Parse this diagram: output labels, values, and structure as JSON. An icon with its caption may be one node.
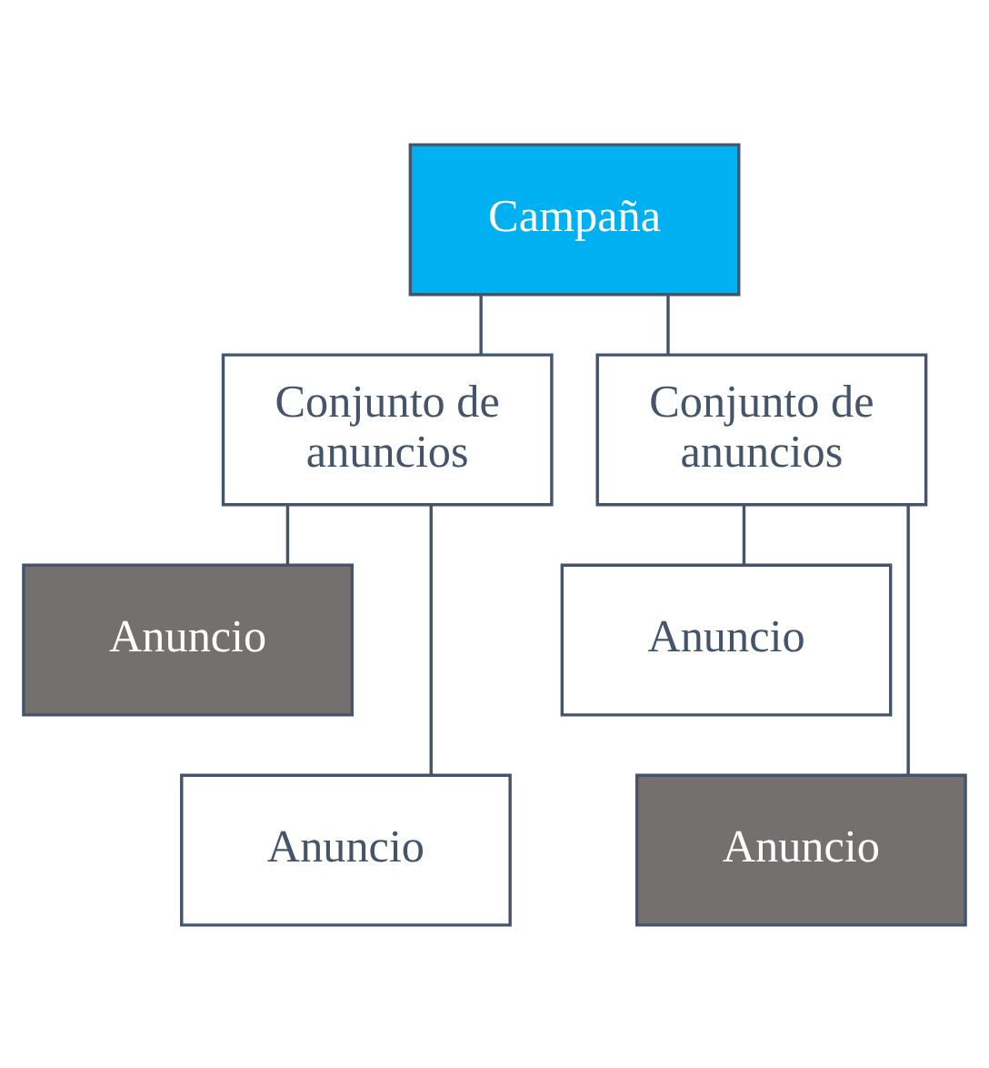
{
  "diagram": {
    "nodes": [
      {
        "text": [
          "Campaña"
        ]
      },
      {
        "text": [
          "Conjunto de anuncios"
        ]
      },
      {
        "text": [
          "Conjunto de anuncios"
        ]
      },
      {
        "text": [
          "Anuncio"
        ]
      },
      {
        "text": [
          "Anuncio"
        ]
      },
      {
        "text": [
          "Anuncio"
        ]
      },
      {
        "text": [
          "Anuncio"
        ]
      }
    ],
    "edges": [
      {
        "from": 0,
        "to": 1,
        "arrow": "none"
      },
      {
        "from": 0,
        "to": 2,
        "arrow": "none"
      },
      {
        "from": 1,
        "to": 3,
        "arrow": "none"
      },
      {
        "from": 1,
        "to": 4,
        "arrow": "none"
      },
      {
        "from": 2,
        "to": 5,
        "arrow": "none"
      },
      {
        "from": 2,
        "to": 6,
        "arrow": "none"
      }
    ]
  }
}
